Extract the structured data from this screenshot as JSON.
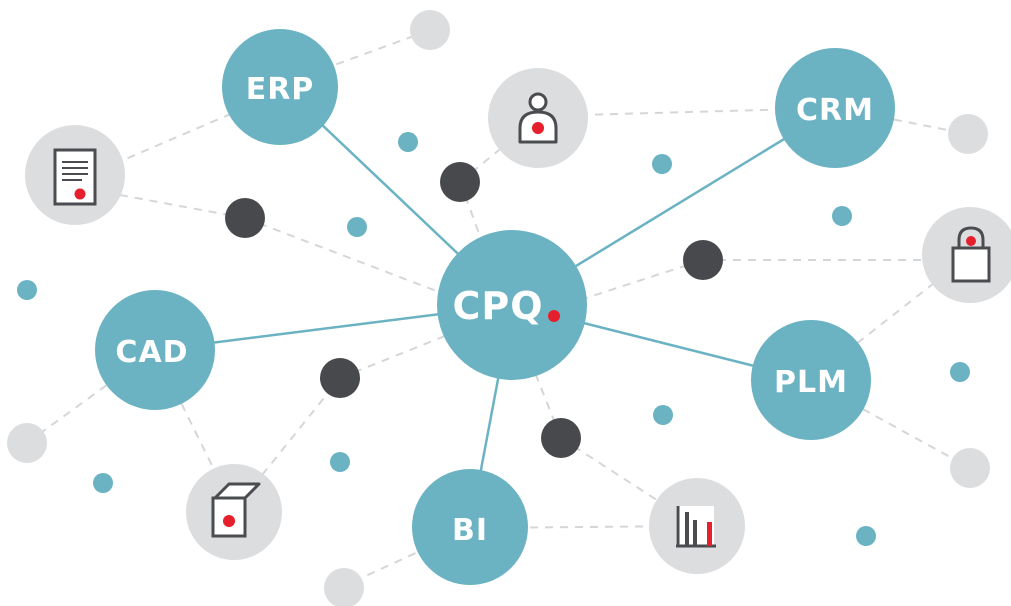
{
  "colors": {
    "hub": "#6bb3c3",
    "dot_teal": "#6bb3c3",
    "dot_dark": "#47494c",
    "peripheral": "#dcdddf",
    "icon_stroke": "#4a4c4f",
    "icon_accent": "#e51f2c",
    "line_solid": "#6bb3c3",
    "line_dashed": "#d5d6d8"
  },
  "nodes": {
    "cpq": {
      "label": "CPQ"
    },
    "erp": {
      "label": "ERP"
    },
    "crm": {
      "label": "CRM"
    },
    "cad": {
      "label": "CAD"
    },
    "plm": {
      "label": "PLM"
    },
    "bi": {
      "label": "BI"
    }
  },
  "icons": [
    "certificate-icon",
    "user-icon",
    "lock-icon",
    "box-icon",
    "bar-chart-icon"
  ]
}
